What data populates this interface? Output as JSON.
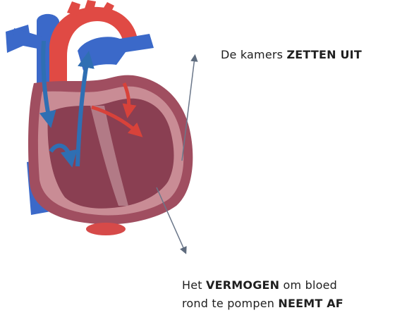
{
  "annotations": {
    "top": {
      "prefix": "De kamers ",
      "emphasis": "ZETTEN UIT"
    },
    "bottom": {
      "line1_prefix": "Het ",
      "line1_emphasis": "VERMOGEN",
      "line1_suffix": " om bloed",
      "line2_prefix": "rond te pompen ",
      "line2_emphasis": "NEEMT AF"
    }
  },
  "colors": {
    "heart_muscle": "#8a3f52",
    "artery_red": "#e04a44",
    "vein_blue": "#3b69c9",
    "arrow_blue": "#2f6fb3",
    "arrow_red": "#d8423a",
    "pointer": "#7c8797"
  }
}
